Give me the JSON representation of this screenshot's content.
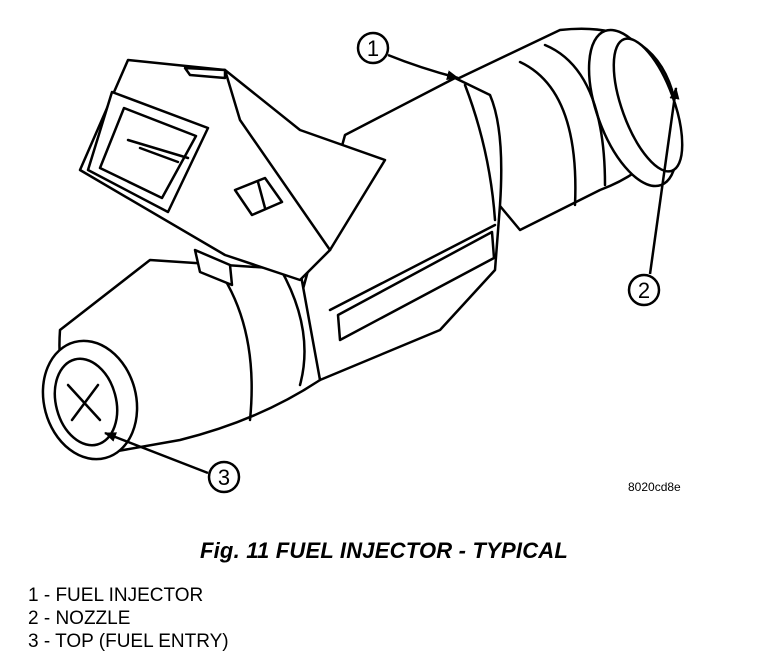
{
  "figure": {
    "callouts": [
      {
        "number": "1"
      },
      {
        "number": "2"
      },
      {
        "number": "3"
      }
    ],
    "image_code": "8020cd8e",
    "caption": "Fig. 11 FUEL INJECTOR - TYPICAL",
    "legend": [
      {
        "text": "1 - FUEL INJECTOR"
      },
      {
        "text": "2 - NOZZLE"
      },
      {
        "text": "3 - TOP (FUEL ENTRY)"
      }
    ]
  }
}
